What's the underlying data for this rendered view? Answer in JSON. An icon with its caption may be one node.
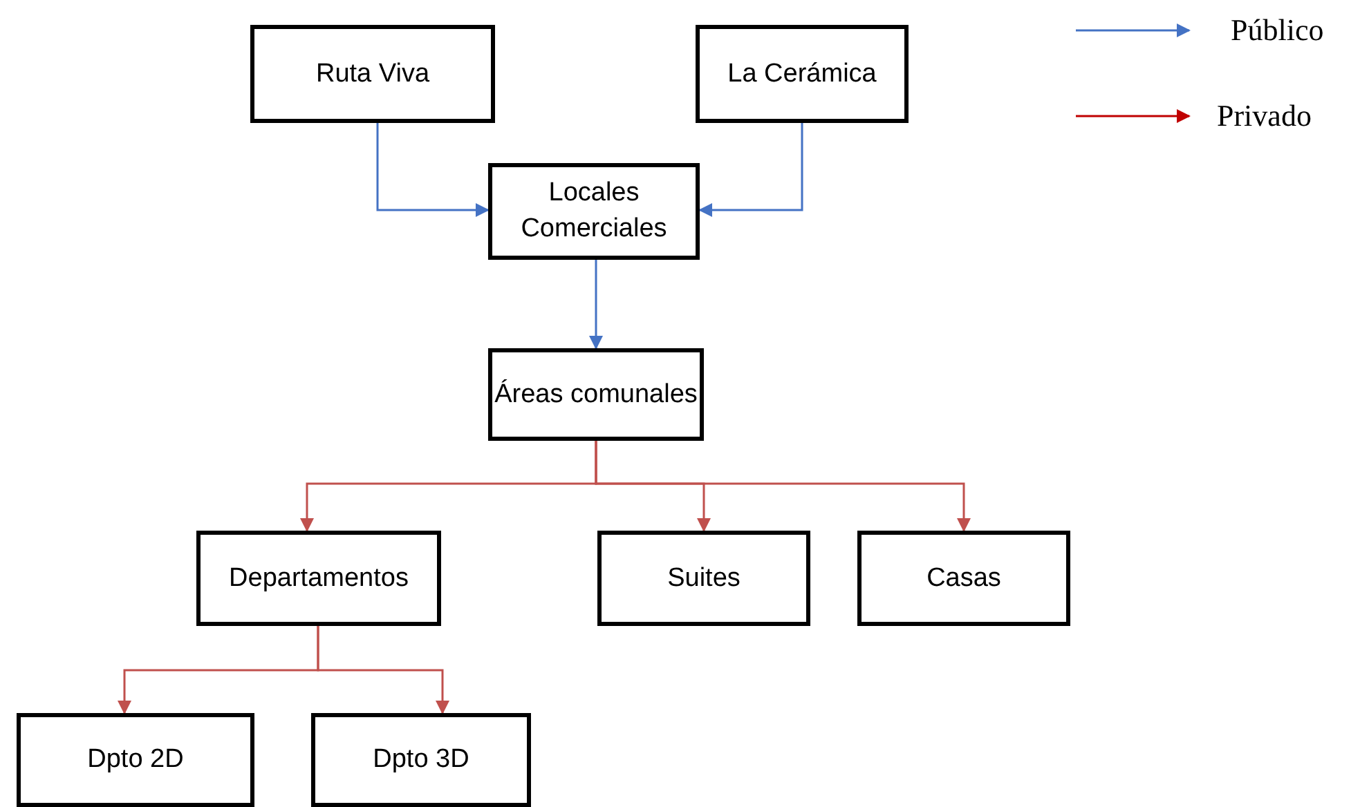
{
  "diagram": {
    "nodes": [
      {
        "text": [
          "Ruta Viva"
        ]
      },
      {
        "text": [
          "La Cerámica"
        ]
      },
      {
        "text": [
          "Locales Comerciales"
        ]
      },
      {
        "text": [
          "Áreas comunales"
        ]
      },
      {
        "text": [
          "Departamentos"
        ]
      },
      {
        "text": [
          "Suites"
        ]
      },
      {
        "text": [
          "Casas"
        ]
      },
      {
        "text": [
          "Dpto 2D"
        ]
      },
      {
        "text": [
          "Dpto 3D"
        ]
      }
    ],
    "edges": [
      {
        "from": 0,
        "to": 2,
        "arrow": "to",
        "color": "#4472c4"
      },
      {
        "from": 1,
        "to": 2,
        "arrow": "to",
        "color": "#4472c4"
      },
      {
        "from": 2,
        "to": 3,
        "arrow": "to",
        "color": "#4472c4"
      },
      {
        "from": 3,
        "to": 4,
        "arrow": "to"
      },
      {
        "from": 3,
        "to": 5,
        "arrow": "to"
      },
      {
        "from": 3,
        "to": 6,
        "arrow": "to"
      },
      {
        "from": 4,
        "to": 7,
        "arrow": "to"
      },
      {
        "from": 4,
        "to": 8,
        "arrow": "to"
      }
    ],
    "legend": [
      {
        "text": "Público"
      },
      {
        "text": "Privado"
      }
    ]
  }
}
